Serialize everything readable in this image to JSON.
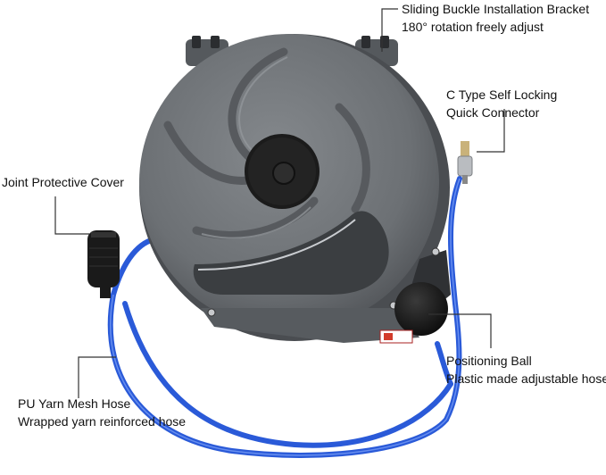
{
  "product_image": {
    "icon": "air-hose-reel-photo",
    "colors": {
      "housing": "#6f7377",
      "housing_dark": "#55595d",
      "hub": "#1b1b1b",
      "hose": "#2a5ad8",
      "panel": "#3b3e41",
      "background": "#ffffff"
    }
  },
  "callouts": {
    "bracket": {
      "line1": "Sliding Buckle Installation Bracket",
      "line2": "180° rotation freely adjust"
    },
    "connector": {
      "line1": "C Type Self Locking",
      "line2": "Quick Connector"
    },
    "cover": {
      "line1": "Joint Protective Cover"
    },
    "ball": {
      "line1": "Positioning Ball",
      "line2": "Plastic made adjustable hose"
    },
    "hose": {
      "line1": "PU Yarn Mesh Hose",
      "line2": "Wrapped yarn reinforced hose"
    }
  }
}
